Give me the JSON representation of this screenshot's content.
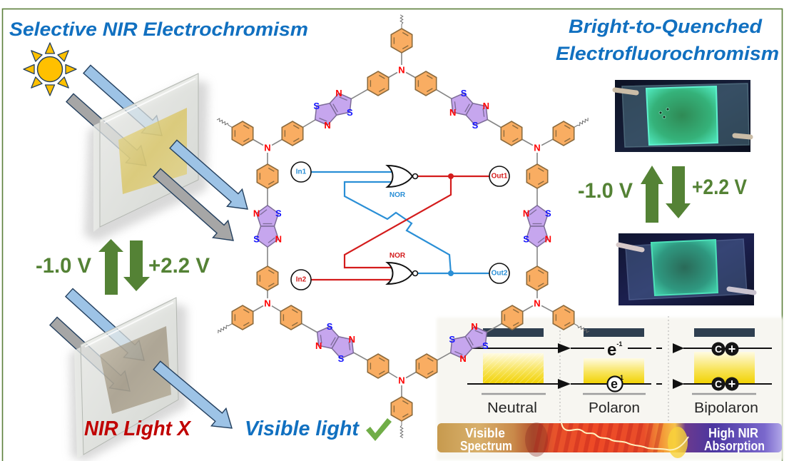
{
  "left_panel": {
    "title": "Selective NIR Electrochromism",
    "reduction_voltage": "-1.0 V",
    "oxidation_voltage": "+2.2 V",
    "blocked_light_label": "NIR Light X",
    "transmitted_light_label": "Visible light",
    "icons": [
      "sun-icon",
      "checkmark-icon"
    ]
  },
  "right_panel": {
    "title_line1": "Bright-to-Quenched",
    "title_line2": "Electrofluorochromism",
    "reduction_voltage": "-1.0 V",
    "oxidation_voltage": "+2.2 V"
  },
  "molecule": {
    "nitrogen": "N",
    "sulfur": "S"
  },
  "circuit": {
    "inputs": [
      "In1",
      "In2"
    ],
    "outputs": [
      "Out1",
      "Out2"
    ],
    "gate_labels": [
      "NOR",
      "NOR"
    ]
  },
  "band_diagram": {
    "states": [
      "Neutral",
      "Polaron",
      "Bipolaron"
    ],
    "electron": {
      "symbol": "e",
      "charge": "-1"
    },
    "hole": {
      "symbol": "C",
      "charge": "+"
    },
    "spectrum": {
      "left": [
        "Visible",
        "Spectrum"
      ],
      "right": [
        "High NIR",
        "Absorption"
      ]
    }
  },
  "colors": {
    "title_blue": "#1170c0",
    "voltage_green": "#548235",
    "nir_red": "#c00000",
    "check_green": "#70ad47",
    "frame_green": "#5b7f3a",
    "visible_arrow": "#9dc3e6",
    "nir_arrow": "#a6a6a6",
    "arrow_outline": "#24405f",
    "sun_yellow": "#ffc000",
    "phenyl_orange": "#f9ad62",
    "tztz_purple": "#c6a6ee",
    "nitrogen_red": "#ff0000",
    "sulfur_blue": "#1414ff",
    "circuit_blue": "#2a8fd6",
    "circuit_red": "#d41c1c",
    "band_dark": "#2f3f50"
  }
}
